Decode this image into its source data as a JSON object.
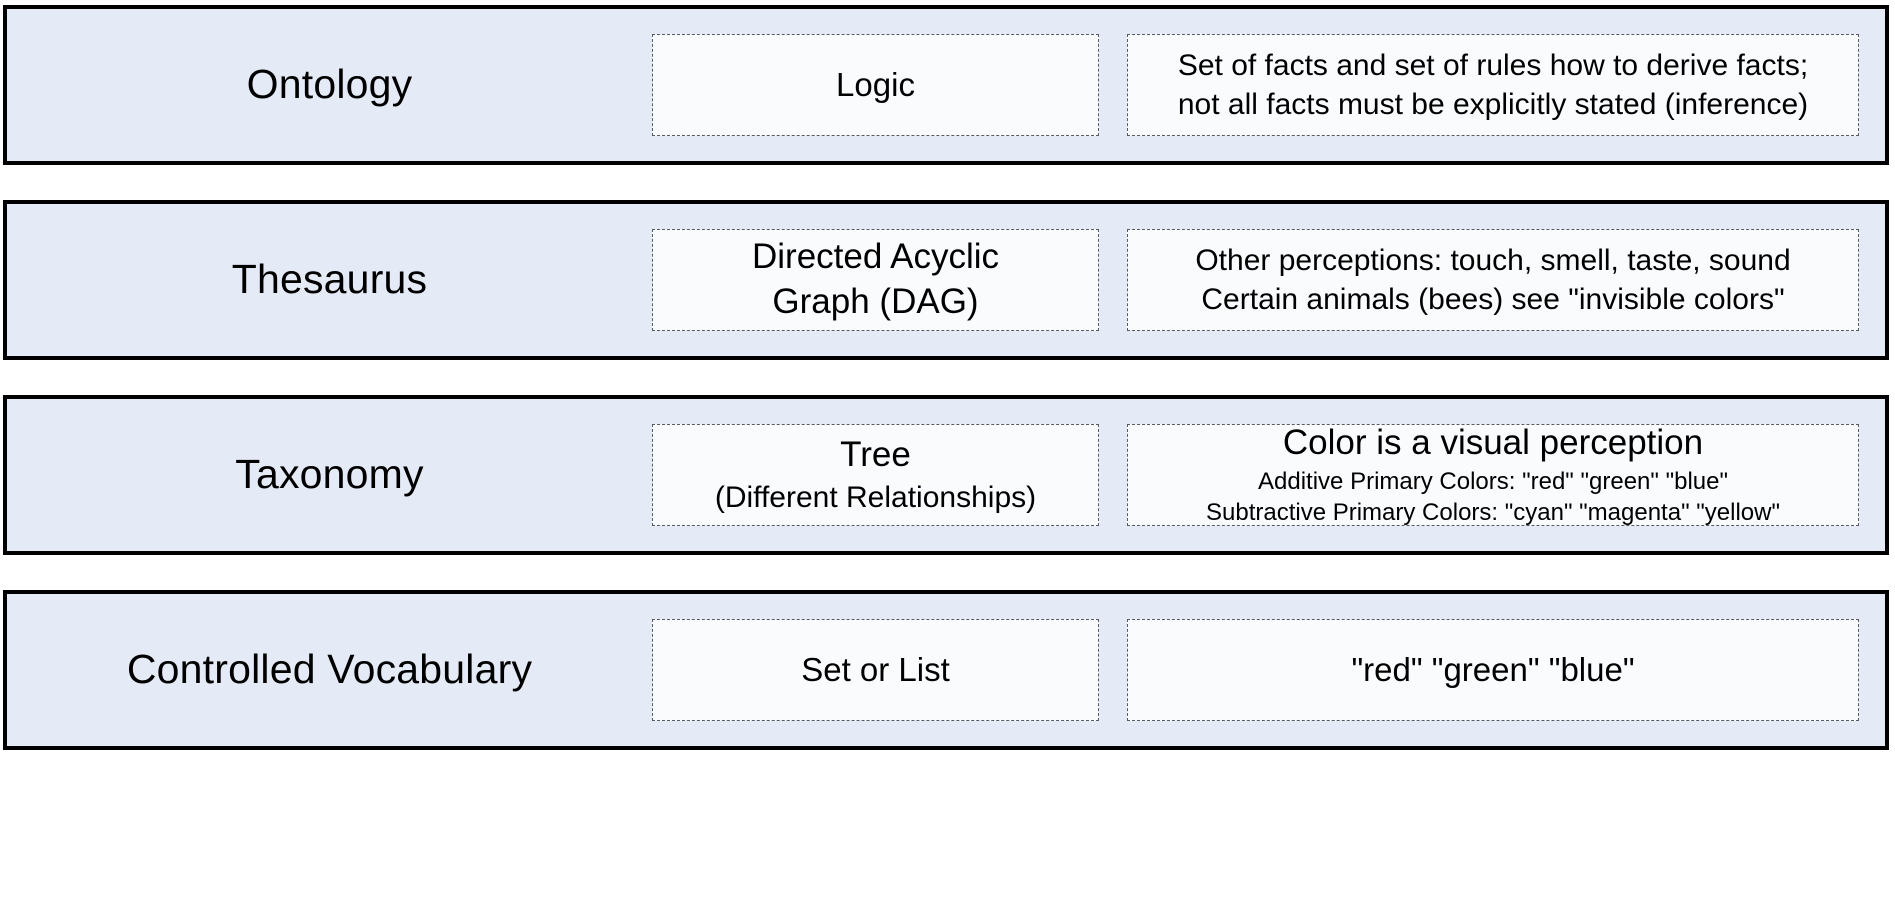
{
  "diagram": {
    "title": "Knowledge organization systems levels",
    "colors": {
      "row_background": "#e5ebf6",
      "row_border": "#000000",
      "cell_background": "#fafbfd",
      "cell_border": "#555a63",
      "text": "#000000"
    },
    "rows": [
      {
        "label": "Ontology",
        "structure": {
          "primary": "Logic",
          "secondary": ""
        },
        "example": {
          "lines": [
            "Set of facts and set of rules how to derive facts;",
            "not all facts must be explicitly stated (inference)"
          ],
          "style": "normal"
        }
      },
      {
        "label": "Thesaurus",
        "structure": {
          "primary": "Directed Acyclic",
          "secondary": "Graph (DAG)"
        },
        "example": {
          "lines": [
            "Other perceptions: touch, smell, taste, sound",
            "Certain animals (bees) see \"invisible colors\""
          ],
          "style": "normal"
        }
      },
      {
        "label": "Taxonomy",
        "structure": {
          "primary": "Tree",
          "secondary": "(Different Relationships)"
        },
        "example": {
          "lines": [
            "Color is a visual perception",
            "Additive Primary Colors: \"red\" \"green\" \"blue\"",
            "Subtractive Primary Colors: \"cyan\" \"magenta\" \"yellow\""
          ],
          "style": "heading-then-small"
        }
      },
      {
        "label": "Controlled Vocabulary",
        "structure": {
          "primary": "Set or List",
          "secondary": ""
        },
        "example": {
          "lines": [
            "\"red\" \"green\" \"blue\""
          ],
          "style": "normal"
        }
      }
    ]
  }
}
